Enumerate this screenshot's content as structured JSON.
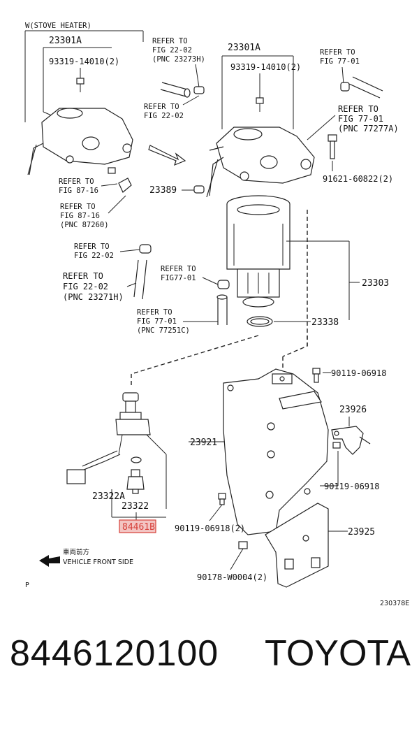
{
  "labels": {
    "stove_heater": "W(STOVE HEATER)",
    "l_23301a_left": "23301A",
    "l_93319_left": "93319-14010(2)",
    "l_23301a_right": "23301A",
    "l_93319_right": "93319-14010(2)",
    "refer_2202_pnc23273h_1": "REFER TO",
    "refer_2202_pnc23273h_2": "FIG 22-02",
    "refer_2202_pnc23273h_3": "(PNC 23273H)",
    "refer_7701_a_1": "REFER TO",
    "refer_7701_a_2": "FIG 77-01",
    "refer_2202_a_1": "REFER TO",
    "refer_2202_a_2": "FIG 22-02",
    "refer_7701_pnc77277a_1": "REFER TO",
    "refer_7701_pnc77277a_2": "FIG 77-01",
    "refer_7701_pnc77277a_3": "(PNC 77277A)",
    "refer_8716_a_1": "REFER TO",
    "refer_8716_a_2": "FIG 87-16",
    "refer_8716_pnc87260_1": "REFER TO",
    "refer_8716_pnc87260_2": "FIG 87-16",
    "refer_8716_pnc87260_3": "(PNC 87260)",
    "l_23389": "23389",
    "l_91621": "91621-60822(2)",
    "refer_2202_b_1": "REFER TO",
    "refer_2202_b_2": "FIG 22-02",
    "refer_2202_pnc23271h_1": "REFER TO",
    "refer_2202_pnc23271h_2": "FIG 22-02",
    "refer_2202_pnc23271h_3": "(PNC 23271H)",
    "refer_7701_b_1": "REFER TO",
    "refer_7701_b_2": "FIG77-01",
    "refer_7701_pnc77251c_1": "REFER TO",
    "refer_7701_pnc77251c_2": "FIG 77-01",
    "refer_7701_pnc77251c_3": "(PNC 77251C)",
    "l_23303": "23303",
    "l_23338": "23338",
    "l_90119_top": "90119-06918",
    "l_23926": "23926",
    "l_23921": "23921",
    "l_90119_mid": "90119-06918",
    "l_23322a": "23322A",
    "l_23322": "23322",
    "l_84461b": "84461B",
    "l_90119_bottom": "90119-06918(2)",
    "l_23925": "23925",
    "l_90178": "90178-W0004(2)",
    "front_jp": "車両前方",
    "front_en": "VEHICLE FRONT SIDE",
    "p_mark": "P",
    "fig_code": "230378E"
  },
  "highlight_color": "#d6403a",
  "footer": {
    "part_number": "8446120100",
    "brand": "TOYOTA"
  }
}
